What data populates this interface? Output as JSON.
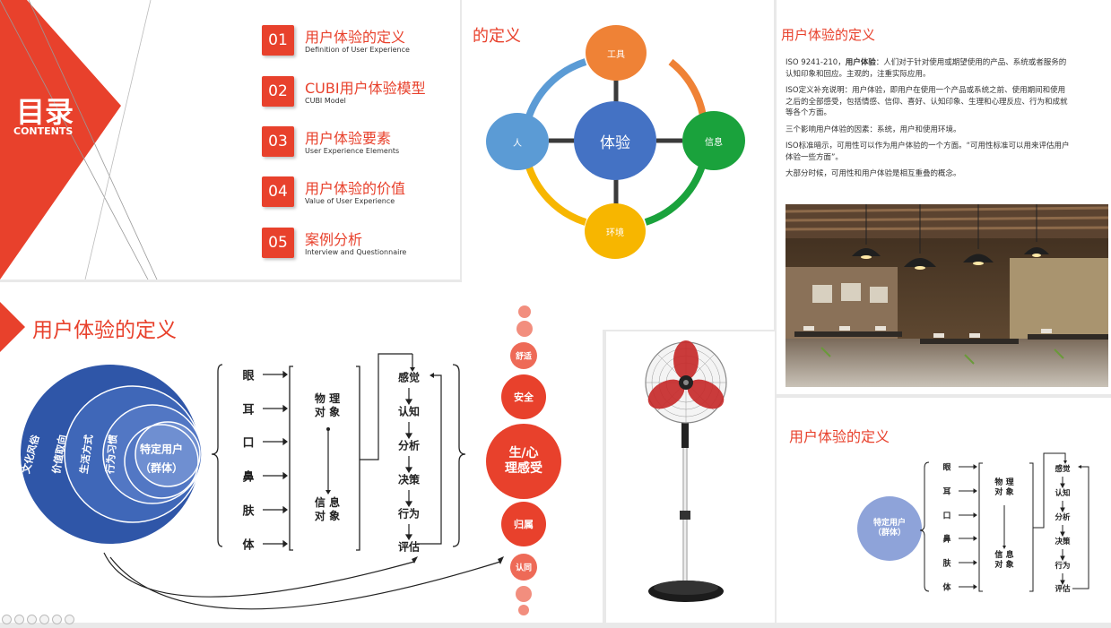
{
  "toc": {
    "title": "目录",
    "subtitle": "CONTENTS",
    "items": [
      {
        "num": "01",
        "title": "用户体验的定义",
        "sub": "Definition of User Experience"
      },
      {
        "num": "02",
        "title": "CUBI用户体验模型",
        "sub": "CUBI Model"
      },
      {
        "num": "03",
        "title": "用户体验要素",
        "sub": "User Experience Elements"
      },
      {
        "num": "04",
        "title": "用户体验的价值",
        "sub": "Value of User Experience"
      },
      {
        "num": "05",
        "title": "案例分析",
        "sub": "Interview and Questionnaire"
      }
    ]
  },
  "cycle": {
    "title": "的定义",
    "center": "体验",
    "top": "工具",
    "right": "信息",
    "bottom": "环境",
    "left": "人"
  },
  "definition": {
    "title": "用户体验的定义",
    "p1_prefix": "ISO 9241-210，",
    "p1_bold": "用户体验",
    "p1_suffix": "：人们对于针对使用或期望使用的产品、系统或者服务的认知印象和回应。主观的，注重实际应用。",
    "p2": "ISO定义补充说明：用户体验，即用户在使用一个产品或系统之前、使用期间和使用之后的全部感受，包括情感、信仰、喜好、认知印象、生理和心理反应、行为和成就等各个方面。",
    "p3": "三个影响用户体验的因素：系统，用户和使用环境。",
    "p4": "ISO标准暗示，可用性可以作为用户体验的一个方面。“可用性标准可以用来评估用户体验一些方面”。",
    "p5": "大部分时候，可用性和用户体验是相互重叠的概念。"
  },
  "model": {
    "title": "用户体验的定义",
    "rings": [
      "文化风俗",
      "价值取向",
      "生活方式",
      "行为习惯"
    ],
    "core_line1": "特定用户",
    "core_line2": "（群体）",
    "senses": [
      "眼",
      "耳",
      "口",
      "鼻",
      "肤",
      "体"
    ],
    "physical": "物 理\n对 象",
    "info": "信 息\n对 象",
    "steps": [
      "感觉",
      "认知",
      "分析",
      "决策",
      "行为",
      "评估"
    ],
    "big": "生/心\n理感受",
    "feelings": [
      "舒适",
      "安全",
      "归属",
      "认同"
    ]
  },
  "small": {
    "title": "用户体验的定义",
    "core": "特定用户\n（群体）",
    "senses": [
      "眼",
      "耳",
      "口",
      "鼻",
      "肤",
      "体"
    ],
    "physical": "物 理\n对 象",
    "info": "信 息\n对 象",
    "steps": [
      "感觉",
      "认知",
      "分析",
      "决策",
      "行为",
      "评估"
    ]
  },
  "colors": {
    "accent": "#e8412c",
    "ring_blue": "#2f56a8",
    "orange": "#ef8236",
    "green": "#1aa23c",
    "yellow": "#f7b600",
    "light_blue": "#5b9bd5",
    "center_blue": "#4472c4"
  }
}
